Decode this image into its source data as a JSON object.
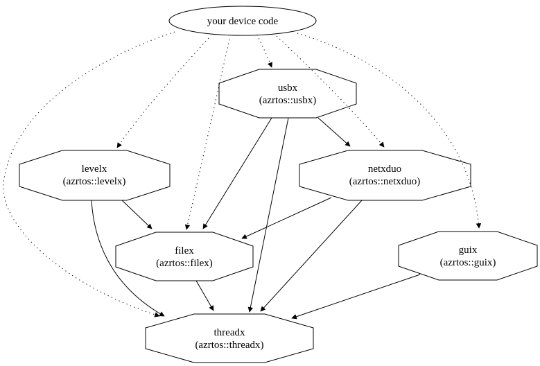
{
  "graph": {
    "background_color": "#ffffff",
    "stroke_color": "#000000",
    "nodes": {
      "device": {
        "label": "your device code",
        "shape": "ellipse"
      },
      "usbx": {
        "label": "usbx",
        "sublabel": "(azrtos::usbx)",
        "shape": "octagon"
      },
      "levelx": {
        "label": "levelx",
        "sublabel": "(azrtos::levelx)",
        "shape": "octagon"
      },
      "netxduo": {
        "label": "netxduo",
        "sublabel": "(azrtos::netxduo)",
        "shape": "octagon"
      },
      "filex": {
        "label": "filex",
        "sublabel": "(azrtos::filex)",
        "shape": "octagon"
      },
      "guix": {
        "label": "guix",
        "sublabel": "(azrtos::guix)",
        "shape": "octagon"
      },
      "threadx": {
        "label": "threadx",
        "sublabel": "(azrtos::threadx)",
        "shape": "octagon"
      }
    },
    "edges": [
      {
        "from": "device",
        "to": "usbx",
        "style": "dotted"
      },
      {
        "from": "device",
        "to": "levelx",
        "style": "dotted"
      },
      {
        "from": "device",
        "to": "filex",
        "style": "dotted"
      },
      {
        "from": "device",
        "to": "threadx",
        "style": "dotted"
      },
      {
        "from": "device",
        "to": "netxduo",
        "style": "dotted"
      },
      {
        "from": "device",
        "to": "guix",
        "style": "dotted"
      },
      {
        "from": "usbx",
        "to": "netxduo",
        "style": "solid"
      },
      {
        "from": "usbx",
        "to": "filex",
        "style": "solid"
      },
      {
        "from": "usbx",
        "to": "threadx",
        "style": "solid"
      },
      {
        "from": "levelx",
        "to": "filex",
        "style": "solid"
      },
      {
        "from": "levelx",
        "to": "threadx",
        "style": "solid"
      },
      {
        "from": "netxduo",
        "to": "filex",
        "style": "solid"
      },
      {
        "from": "netxduo",
        "to": "threadx",
        "style": "solid"
      },
      {
        "from": "filex",
        "to": "threadx",
        "style": "solid"
      },
      {
        "from": "guix",
        "to": "threadx",
        "style": "solid"
      }
    ]
  }
}
